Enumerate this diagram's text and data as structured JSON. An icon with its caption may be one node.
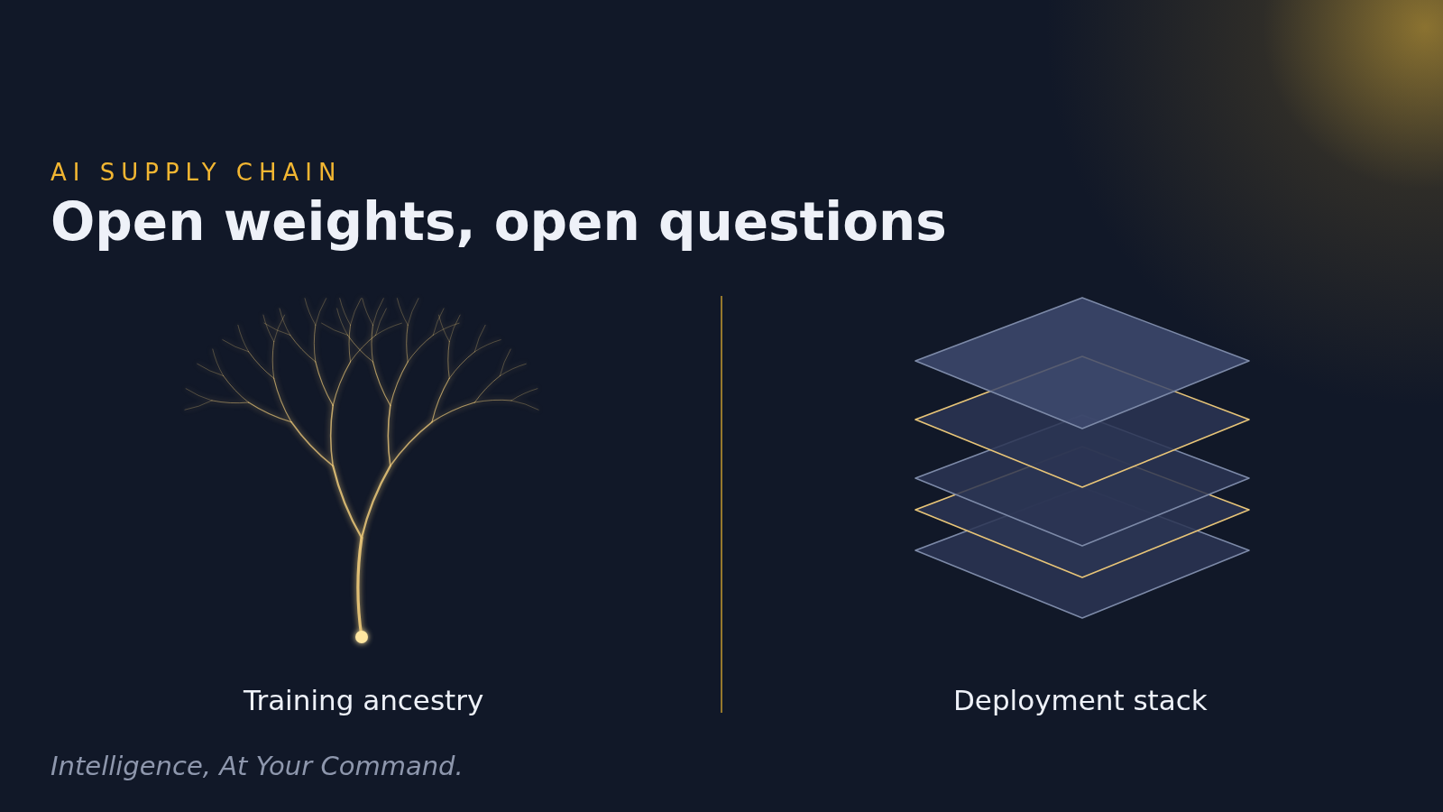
{
  "diagram": {
    "title": "Open weights, open questions",
    "labels": [
      "AI SUPPLY CHAIN",
      "Training ancestry",
      "Deployment stack",
      "Intelligence, At Your Command."
    ]
  }
}
